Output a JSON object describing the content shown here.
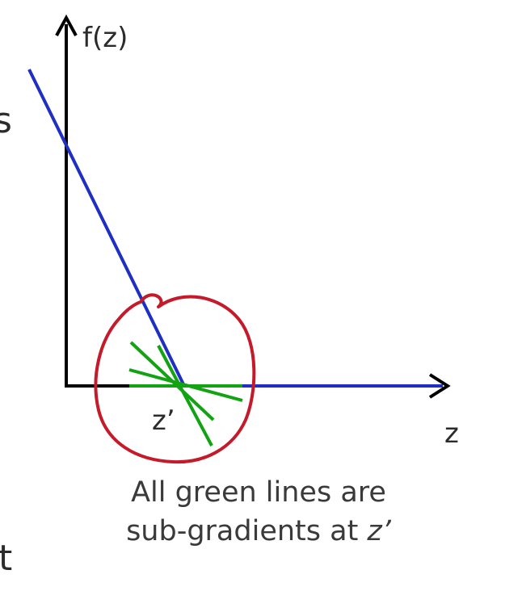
{
  "axes": {
    "y_label": "f(z)",
    "x_label": "z"
  },
  "point_label": "z’",
  "caption": {
    "line1": "All green lines are",
    "line2_prefix": "sub-gradients at ",
    "line2_var": "z’"
  },
  "edge_fragments": {
    "upper": "s",
    "lower": "t"
  },
  "colors": {
    "axis": "#000000",
    "function": "#1f2fc4",
    "subgradients": "#12a312",
    "highlight": "#c41a2a",
    "text": "#2b2b2b"
  }
}
